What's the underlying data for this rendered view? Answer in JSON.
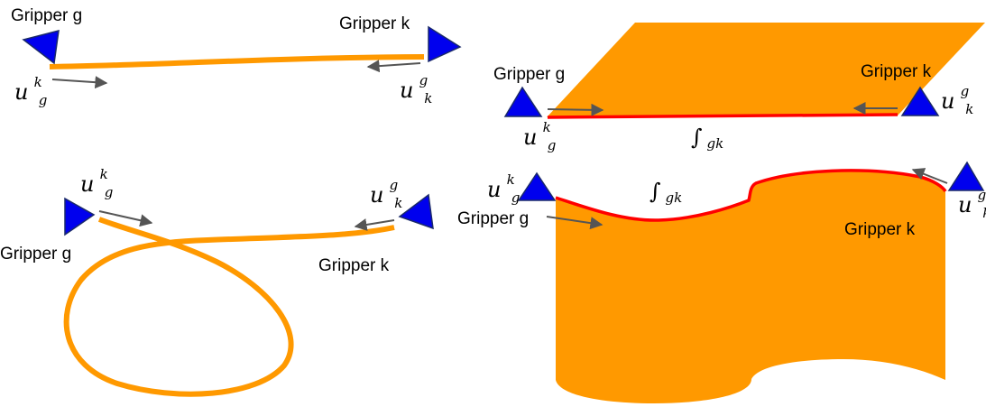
{
  "colors": {
    "material": "#ff9900",
    "edge": "#ff0000",
    "gripper": "#0000ee",
    "gripper_stroke": "#1a2a6a",
    "arrow": "#555555",
    "text": "#000000"
  },
  "panels": {
    "straight_rope": {
      "gripper_g_label": "Gripper g",
      "gripper_k_label": "Gripper k",
      "ug": {
        "base": "u",
        "sup": "k",
        "sub": "g"
      },
      "uk": {
        "base": "u",
        "sup": "g",
        "sub": "k"
      }
    },
    "flat_sheet": {
      "gripper_g_label": "Gripper g",
      "gripper_k_label": "Gripper k",
      "ug": {
        "base": "u",
        "sup": "k",
        "sub": "g"
      },
      "uk": {
        "base": "u",
        "sup": "g",
        "sub": "k"
      },
      "edge_label": {
        "sym": "∫",
        "sub": "gk"
      }
    },
    "looped_rope": {
      "gripper_g_label": "Gripper g",
      "gripper_k_label": "Gripper k",
      "ug": {
        "base": "u",
        "sup": "k",
        "sub": "g"
      },
      "uk": {
        "base": "u",
        "sup": "g",
        "sub": "k"
      }
    },
    "curved_sheet": {
      "gripper_g_label": "Gripper g",
      "gripper_k_label": "Gripper k",
      "ug": {
        "base": "u",
        "sup": "k",
        "sub": "g"
      },
      "uk": {
        "base": "u",
        "sup": "g",
        "sub": "k"
      },
      "edge_label": {
        "sym": "∫",
        "sub": "gk"
      }
    }
  }
}
